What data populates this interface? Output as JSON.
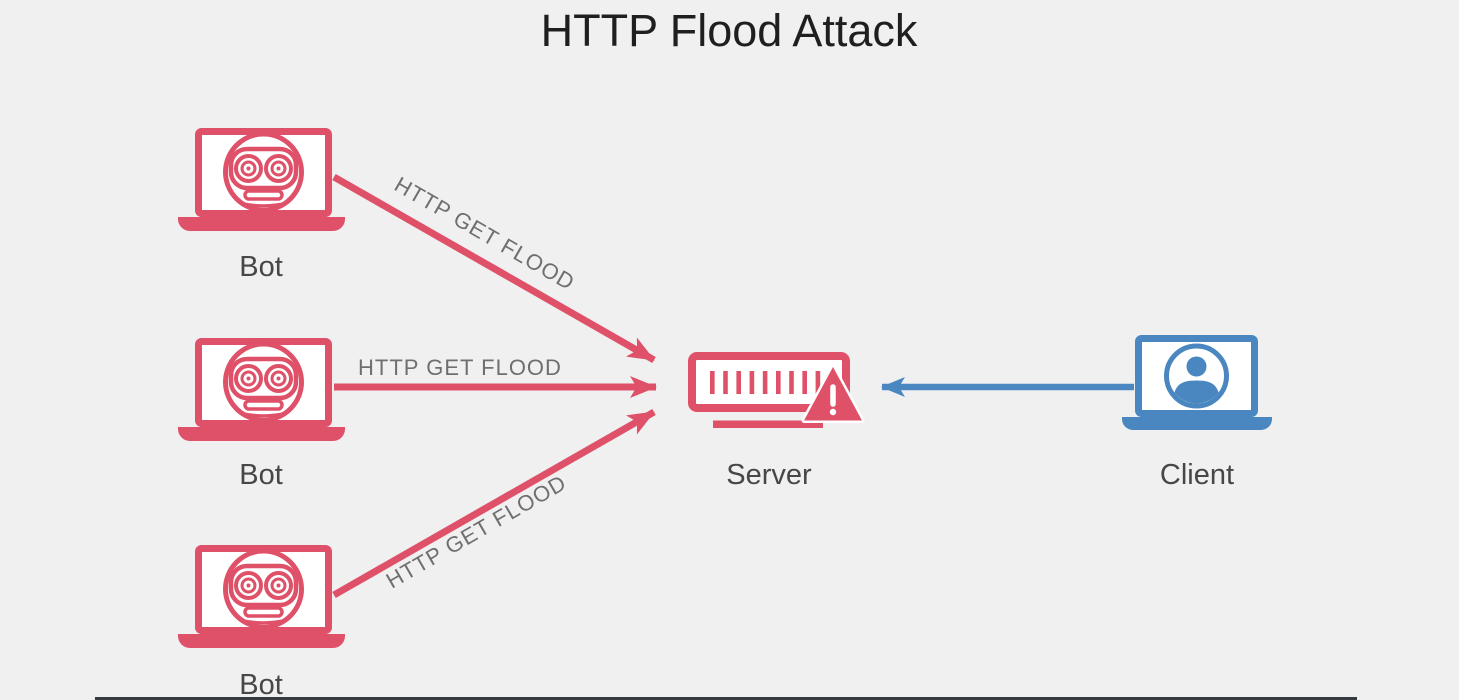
{
  "title": "HTTP Flood Attack",
  "colors": {
    "background": "#f0f0f1",
    "attack": "#df5168",
    "client": "#4a87c1",
    "title_text": "#1f1f1f",
    "node_label": "#474747",
    "flow_label": "#6f6f6f",
    "bottom_bar": "#363b41"
  },
  "nodes": {
    "bots": [
      {
        "label": "Bot"
      },
      {
        "label": "Bot"
      },
      {
        "label": "Bot"
      }
    ],
    "server": {
      "label": "Server"
    },
    "client": {
      "label": "Client"
    }
  },
  "flows": [
    {
      "label": "HTTP GET FLOOD",
      "from": "bot-1",
      "to": "server"
    },
    {
      "label": "HTTP GET FLOOD",
      "from": "bot-2",
      "to": "server"
    },
    {
      "label": "HTTP GET FLOOD",
      "from": "bot-3",
      "to": "server"
    },
    {
      "label": "",
      "from": "client",
      "to": "server"
    }
  ],
  "icons": {
    "bot": "robot-laptop-icon",
    "server": "server-warning-icon",
    "warning": "warning-triangle-icon",
    "client": "user-laptop-icon"
  }
}
